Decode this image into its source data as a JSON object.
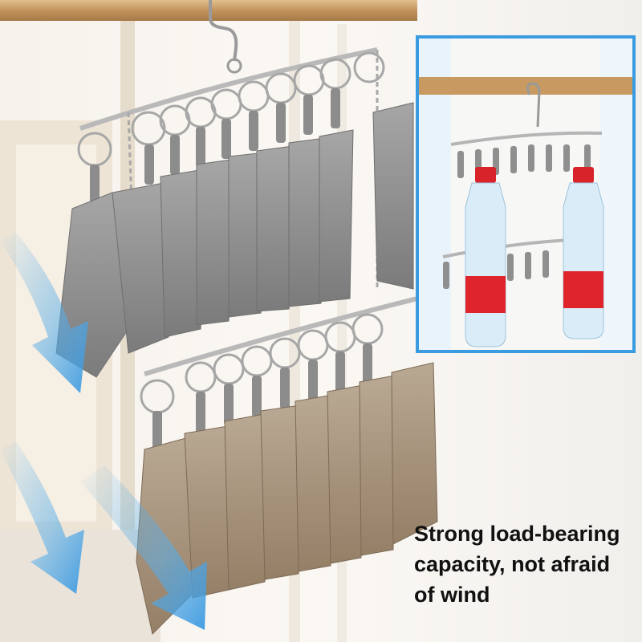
{
  "caption": {
    "lines": [
      "Strong load-bearing",
      "capacity, not afraid",
      "of wind"
    ]
  },
  "colors": {
    "wind_arrow": "#5aaee8",
    "inset_border": "#3a9be0",
    "rod": "#c89a62",
    "steel": "#9a9a9a",
    "grey_sock": "#8f8f8f",
    "khaki_sock": "#a99682",
    "bottle_cap": "#d8232a",
    "bottle_label": "#e0242c",
    "window_frame": "#e8e1d6",
    "wall": "#f4efe7"
  },
  "icons": [
    "wind-arrow-icon",
    "hanger-hook-icon"
  ]
}
